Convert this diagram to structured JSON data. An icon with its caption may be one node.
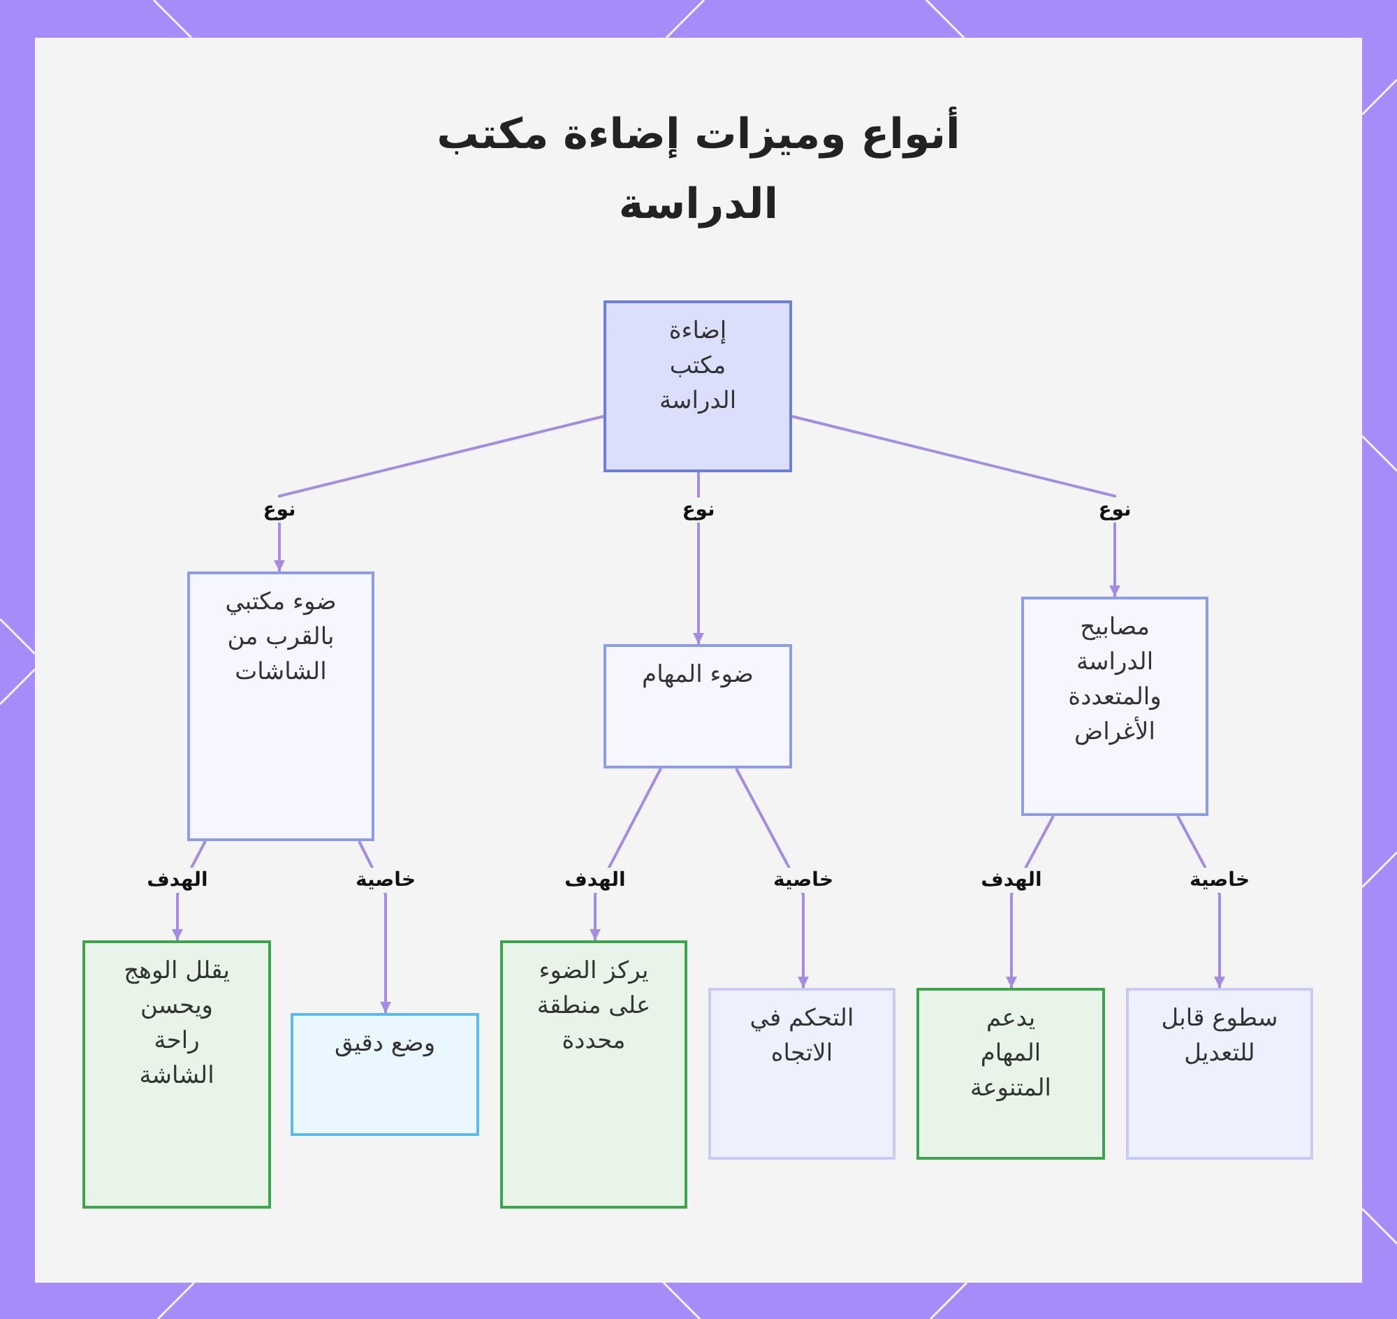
{
  "diagram": {
    "title": "أنواع وميزات إضاءة مكتب الدراسة",
    "nodes": [
      {
        "text": [
          "إضاءة مكتب الدراسة"
        ]
      },
      {
        "text": [
          "ضوء مكتبي بالقرب من الشاشات"
        ]
      },
      {
        "text": [
          "ضوء المهام"
        ]
      },
      {
        "text": [
          "مصابيح الدراسة والمتعددة الأغراض"
        ]
      },
      {
        "text": [
          "يقلل الوهج ويحسن راحة الشاشة"
        ]
      },
      {
        "text": [
          "وضع دقيق"
        ]
      },
      {
        "text": [
          "يركز الضوء على منطقة محددة"
        ]
      },
      {
        "text": [
          "التحكم في الاتجاه"
        ]
      },
      {
        "text": [
          "يدعم المهام المتنوعة"
        ]
      },
      {
        "text": [
          "سطوع قابل للتعديل"
        ]
      }
    ],
    "edges": [
      {
        "from": 0,
        "to": 1,
        "arrow": "to",
        "label": "نوع"
      },
      {
        "from": 0,
        "to": 2,
        "arrow": "to",
        "label": "نوع"
      },
      {
        "from": 0,
        "to": 3,
        "arrow": "to",
        "label": "نوع"
      },
      {
        "from": 1,
        "to": 4,
        "arrow": "to",
        "label": "الهدف"
      },
      {
        "from": 1,
        "to": 5,
        "arrow": "to",
        "label": "خاصية"
      },
      {
        "from": 2,
        "to": 6,
        "arrow": "to",
        "label": "الهدف"
      },
      {
        "from": 2,
        "to": 7,
        "arrow": "to",
        "label": "خاصية"
      },
      {
        "from": 3,
        "to": 8,
        "arrow": "to",
        "label": "الهدف"
      },
      {
        "from": 3,
        "to": 9,
        "arrow": "to",
        "label": "خاصية"
      }
    ]
  }
}
